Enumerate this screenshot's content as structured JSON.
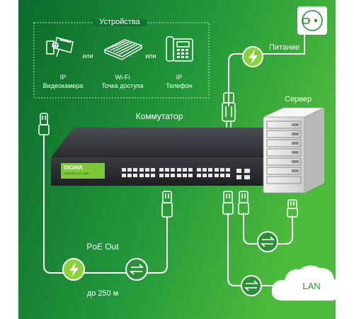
{
  "devices_group": {
    "title": "Устройства",
    "or1": "или",
    "or2": "или",
    "camera": {
      "line1": "IP",
      "line2": "Видеокамера"
    },
    "wifi": {
      "line1": "Wi-Fi",
      "line2": "Точка доступа"
    },
    "phone": {
      "line1": "IP",
      "line2": "Телефон"
    }
  },
  "power_label": "Питание",
  "server_label": "Сервер",
  "switch": {
    "label": "Коммутатор",
    "brand": "DIGMA",
    "model": "DSP226G-2G-T400"
  },
  "poe_out_label": "PoE Out",
  "distance_label": "до 250 м",
  "lan_label": "LAN",
  "colors": {
    "bg_dark": "#0b6b2c",
    "bg_light": "#3cae3a",
    "accent": "#8bd23a"
  },
  "icons": [
    "ip-camera-icon",
    "access-point-icon",
    "ip-phone-icon",
    "power-outlet-icon",
    "lightning-icon",
    "data-exchange-icon",
    "server-rack-icon",
    "cloud-icon",
    "rj45-plug-icon",
    "power-plug-icon"
  ]
}
